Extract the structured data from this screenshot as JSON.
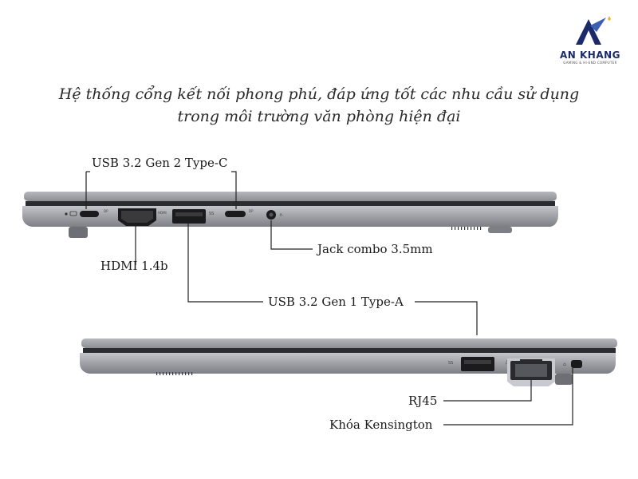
{
  "brand": {
    "name": "AN KHANG",
    "tagline": "GAMING & HI-END COMPUTER"
  },
  "headline": {
    "line1": "Hệ thống cổng kết nối phong phú, đáp ứng tốt các nhu cầu sử dụng",
    "line2": "trong môi trường văn phòng hiện đại"
  },
  "ports": {
    "usb_c": "USB 3.2 Gen 2 Type-C",
    "hdmi": "HDMI 1.4b",
    "jack": "Jack combo 3.5mm",
    "usb_a": "USB 3.2 Gen 1 Type-A",
    "rj45": "RJ45",
    "kensington": "Khóa Kensington"
  },
  "colors": {
    "chassis": "#9ea0a6",
    "chassis_dark": "#6d6f75",
    "lid_edge": "#2b2c30",
    "port_black": "#1b1b1d",
    "brand_blue": "#1b2a6b"
  }
}
